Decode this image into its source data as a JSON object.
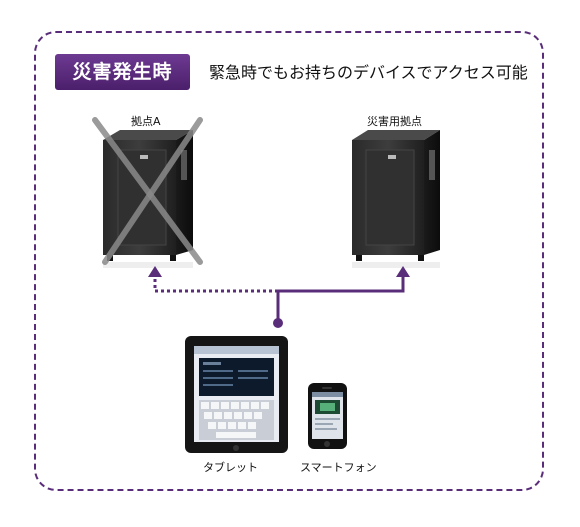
{
  "header": {
    "badge": "災害発生時",
    "subtitle": "緊急時でもお持ちのデバイスでアクセス可能"
  },
  "sites": {
    "site_a": "拠点A",
    "disaster_site": "災害用拠点"
  },
  "devices": {
    "tablet": "タブレット",
    "smartphone": "スマートフォン"
  },
  "colors": {
    "accent": "#5a2d7a",
    "cross": "#8a8a8a"
  }
}
